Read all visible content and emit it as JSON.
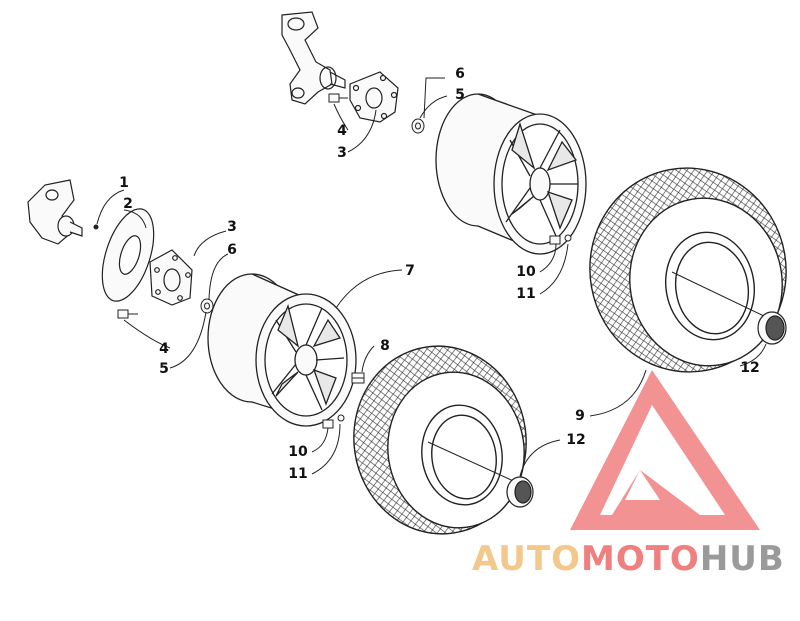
{
  "callouts": [
    {
      "id": "c1",
      "text": "1"
    },
    {
      "id": "c2",
      "text": "2"
    },
    {
      "id": "c3a",
      "text": "3"
    },
    {
      "id": "c6a",
      "text": "6"
    },
    {
      "id": "c4a",
      "text": "4"
    },
    {
      "id": "c5a",
      "text": "5"
    },
    {
      "id": "c6b",
      "text": "6"
    },
    {
      "id": "c5b",
      "text": "5"
    },
    {
      "id": "c4b",
      "text": "4"
    },
    {
      "id": "c3b",
      "text": "3"
    },
    {
      "id": "c7",
      "text": "7"
    },
    {
      "id": "c8",
      "text": "8"
    },
    {
      "id": "c10a",
      "text": "10"
    },
    {
      "id": "c11a",
      "text": "11"
    },
    {
      "id": "c10b",
      "text": "10"
    },
    {
      "id": "c11b",
      "text": "11"
    },
    {
      "id": "c9",
      "text": "9"
    },
    {
      "id": "c12a",
      "text": "12"
    },
    {
      "id": "c12b",
      "text": "12"
    }
  ],
  "watermark": {
    "part1": "AUTO",
    "part2": "MOTO",
    "part3": "HUB",
    "color_gold": "#f2c98a",
    "color_red": "#f08080",
    "color_grey": "#9a9a9a"
  }
}
